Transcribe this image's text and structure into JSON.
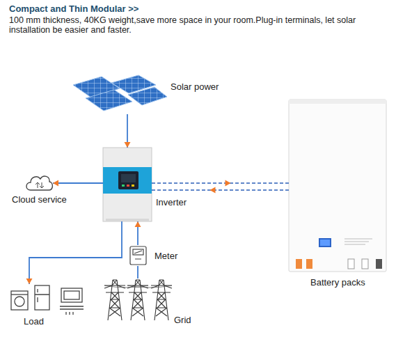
{
  "diagram": {
    "title": "Compact and Thin Modular >>",
    "nodes": [
      {
        "text": [
          "Solar power"
        ]
      },
      {
        "text": [
          "Inverter"
        ]
      },
      {
        "text": [
          "Cloud service"
        ]
      },
      {
        "text": [
          "Battery packs"
        ]
      },
      {
        "text": [
          "Meter"
        ]
      },
      {
        "text": [
          "Load"
        ]
      },
      {
        "text": [
          "Grid"
        ]
      }
    ],
    "edges": [
      {
        "from": 0,
        "to": 1,
        "arrow": "to"
      },
      {
        "from": 1,
        "to": 2,
        "arrow": "to"
      },
      {
        "from": 1,
        "to": 3,
        "arrow": "to"
      },
      {
        "from": 3,
        "to": 1,
        "arrow": "to"
      },
      {
        "from": 1,
        "to": 5,
        "arrow": "to"
      },
      {
        "from": 4,
        "to": 1,
        "arrow": "to"
      },
      {
        "from": 6,
        "to": 4,
        "arrow": "none"
      }
    ],
    "labels": [
      "100 mm thickness, 40KG weight,save more space in your room.Plug-in terminals, let solar installation be easier and faster."
    ]
  }
}
